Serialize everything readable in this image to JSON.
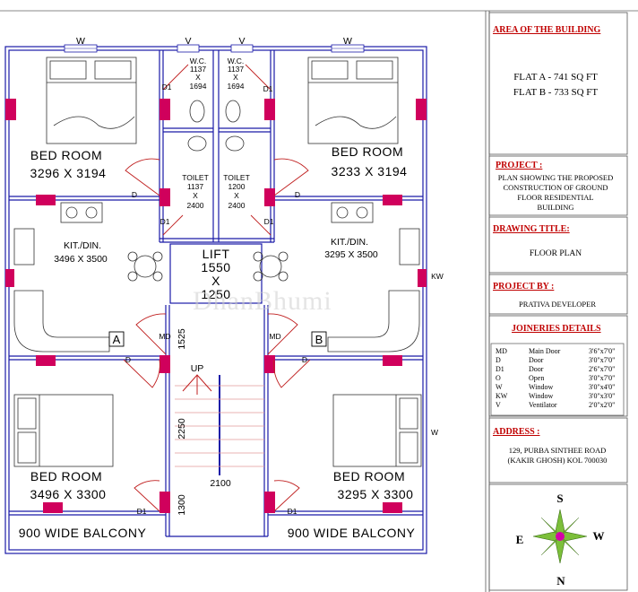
{
  "plan": {
    "rooms": {
      "bed_a_top": {
        "name": "BED ROOM",
        "size": "3296 X 3194"
      },
      "bed_b_top": {
        "name": "BED ROOM",
        "size": "3233 X 3194"
      },
      "kit_a": {
        "name": "KIT./DIN.",
        "size": "3496 X 3500"
      },
      "kit_b": {
        "name": "KIT./DIN.",
        "size": "3295 X 3500"
      },
      "bed_a_bottom": {
        "name": "BED ROOM",
        "size": "3496 X 3300"
      },
      "bed_b_bottom": {
        "name": "BED ROOM",
        "size": "3295 X 3300"
      },
      "balcony_a": "900 WIDE BALCONY",
      "balcony_b": "900 WIDE BALCONY",
      "wc_a": {
        "name": "W.C.",
        "w": "1137",
        "x": "X",
        "h": "1694"
      },
      "wc_b": {
        "name": "W.C.",
        "w": "1137",
        "x": "X",
        "h": "1694"
      },
      "toilet_a": {
        "name": "TOILET",
        "w": "1137",
        "x": "X",
        "h": "2400"
      },
      "toilet_b": {
        "name": "TOILET",
        "w": "1200",
        "x": "X",
        "h": "2400"
      },
      "lift": {
        "name": "LIFT",
        "w": "1550",
        "x": "X",
        "h": "1250"
      }
    },
    "dims": {
      "d1525": "1525",
      "d2250": "2250",
      "d2100": "2100",
      "d1300": "1300"
    },
    "stair_up": "UP",
    "flat_a_tag": "A",
    "flat_b_tag": "B",
    "openings": {
      "w": "W",
      "v": "V",
      "d": "D",
      "d1": "D1",
      "md": "MD",
      "kw": "KW"
    },
    "watermark": "DhanBhumi"
  },
  "sidebar": {
    "area_title": "AREA OF THE BUILDING",
    "flat_a": "FLAT A - 741 SQ FT",
    "flat_b": "FLAT B - 733 SQ FT",
    "project_title": "PROJECT :",
    "project_lines": [
      "PLAN SHOWING THE PROPOSED",
      "CONSTRUCTION OF GROUND",
      "FLOOR RESIDENTIAL",
      "BUILDING"
    ],
    "drawing_title_label": "DRAWING TITLE:",
    "drawing_title": "FLOOR PLAN",
    "project_by_label": "PROJECT BY :",
    "project_by": "PRATIVA DEVELOPER",
    "joineries_title": "JOINERIES DETAILS",
    "joineries": [
      {
        "code": "MD",
        "type": "Main Door",
        "size": "3'6\"x7'0\""
      },
      {
        "code": "D",
        "type": "Door",
        "size": "3'0\"x7'0\""
      },
      {
        "code": "D1",
        "type": "Door",
        "size": "2'6\"x7'0\""
      },
      {
        "code": "O",
        "type": "Open",
        "size": "3'0\"x7'0\""
      },
      {
        "code": "W",
        "type": "Window",
        "size": "3'0\"x4'0\""
      },
      {
        "code": "KW",
        "type": "Window",
        "size": "3'0\"x3'0\""
      },
      {
        "code": "V",
        "type": "Ventilator",
        "size": "2'0\"x2'0\""
      }
    ],
    "address_label": "ADDRESS :",
    "address_lines": [
      "129, PURBA SINTHEE ROAD",
      "(KAKIR GHOSH) KOL 700030"
    ],
    "compass": {
      "n": "N",
      "s": "S",
      "e": "E",
      "w": "W"
    }
  },
  "colors": {
    "wall": "#1a1aa8",
    "column": "#d0005c",
    "door_arc": "#c02020",
    "heading": "#c00000"
  }
}
